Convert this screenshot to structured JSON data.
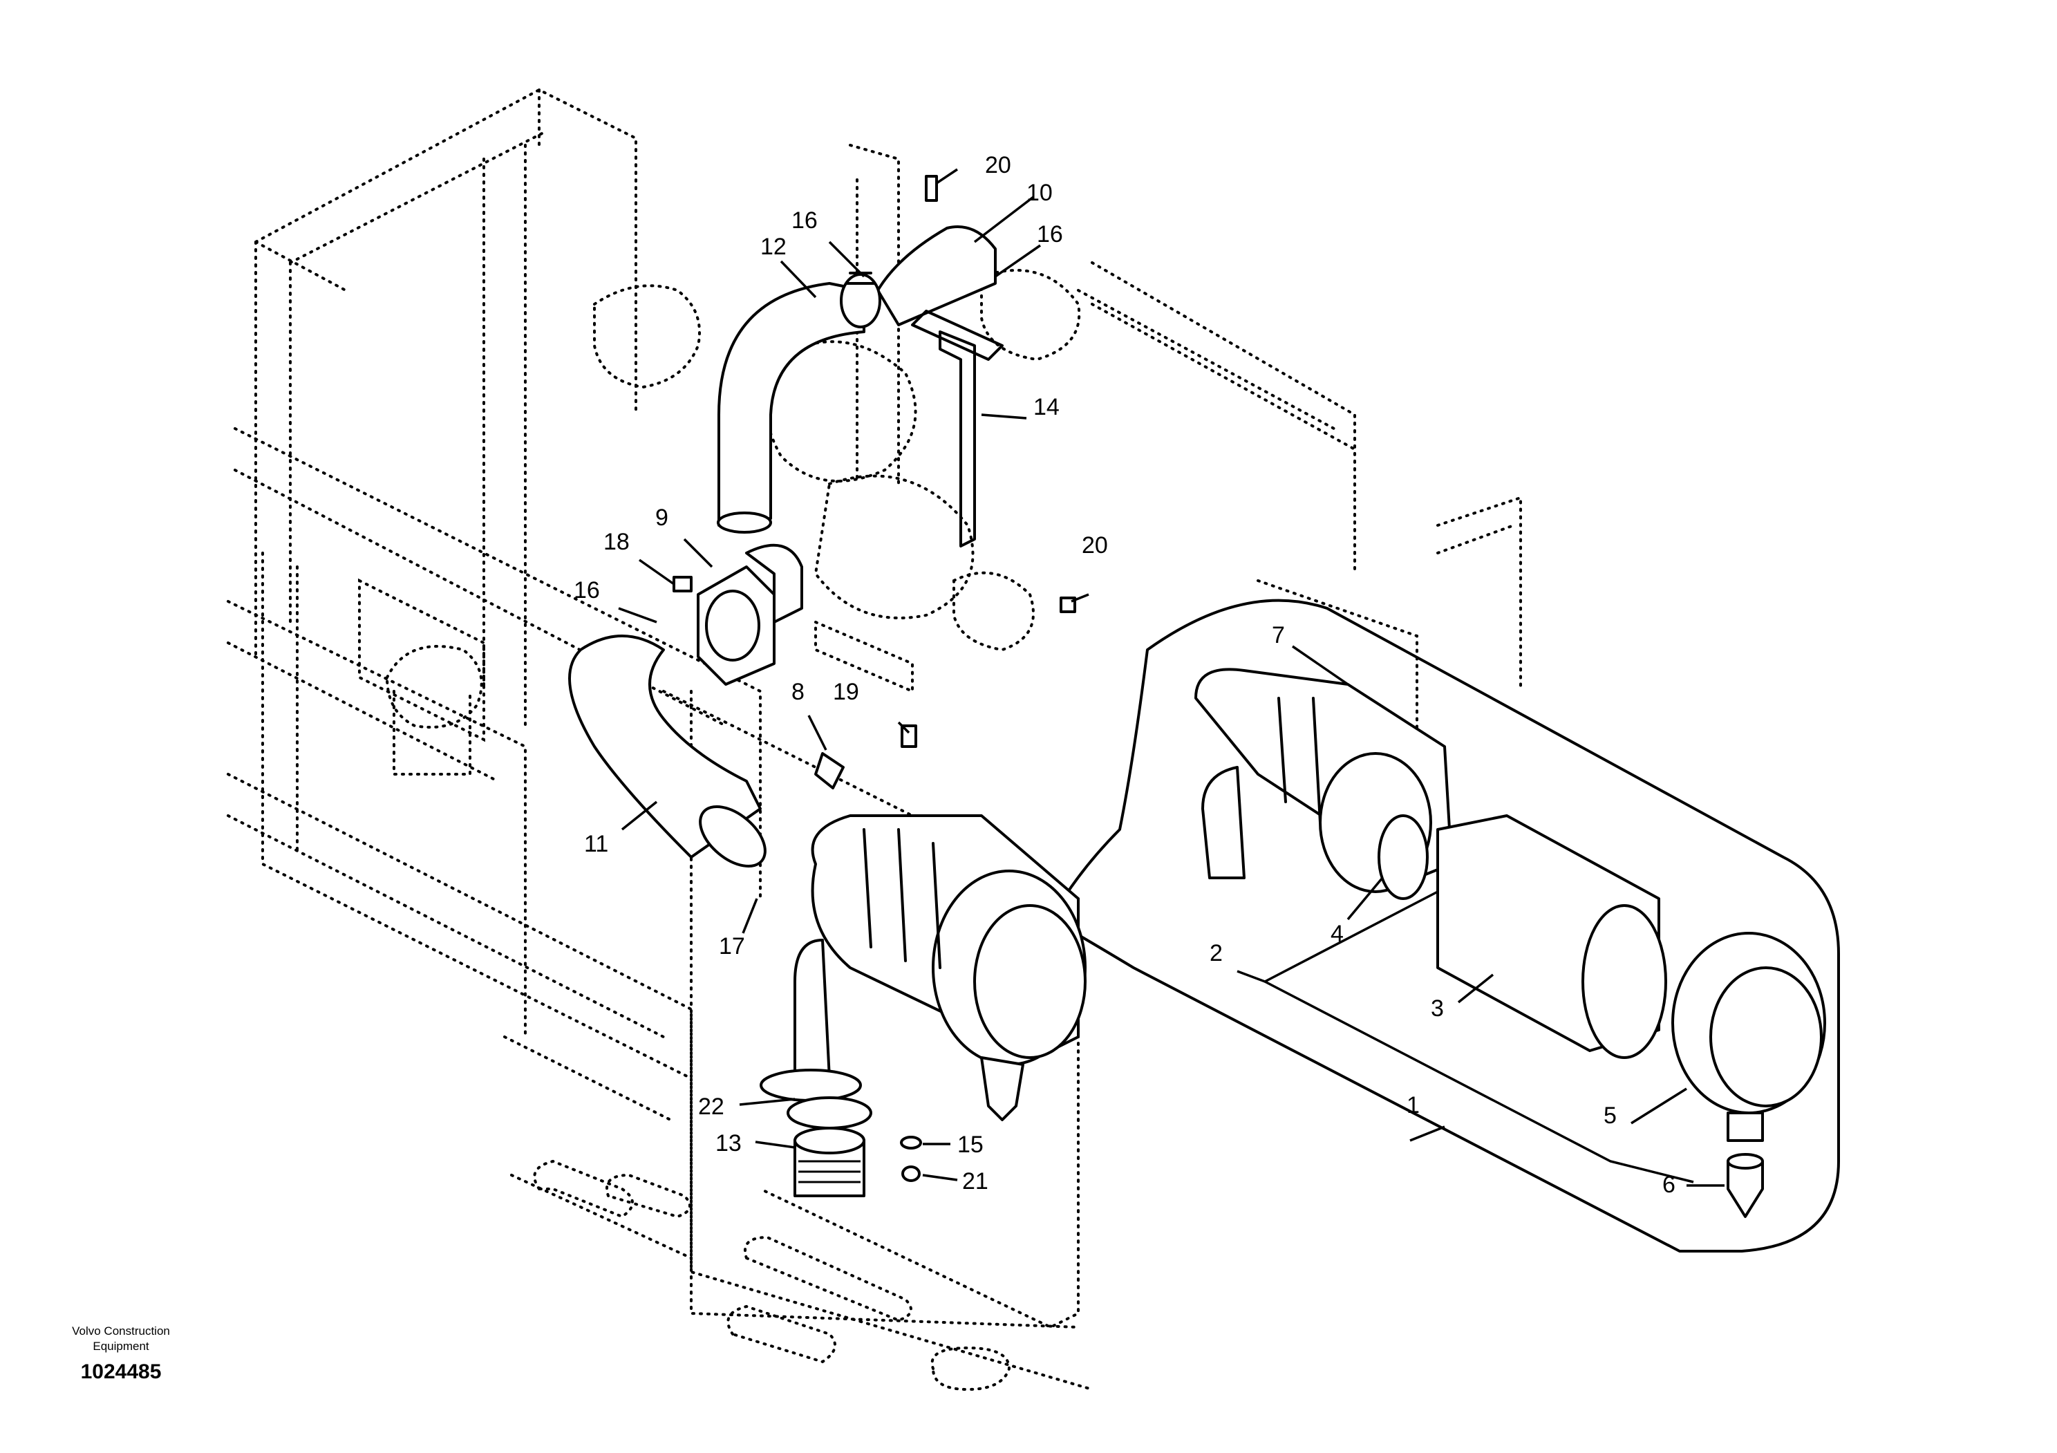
{
  "diagram": {
    "callouts": [
      "20",
      "10",
      "16",
      "16",
      "12",
      "14",
      "9",
      "18",
      "20",
      "16",
      "8",
      "19",
      "7",
      "11",
      "17",
      "4",
      "2",
      "3",
      "22",
      "13",
      "15",
      "21",
      "1",
      "5",
      "6"
    ]
  },
  "footer": {
    "brand_line1": "Volvo Construction",
    "brand_line2": "Equipment",
    "drawing_number": "1024485"
  }
}
